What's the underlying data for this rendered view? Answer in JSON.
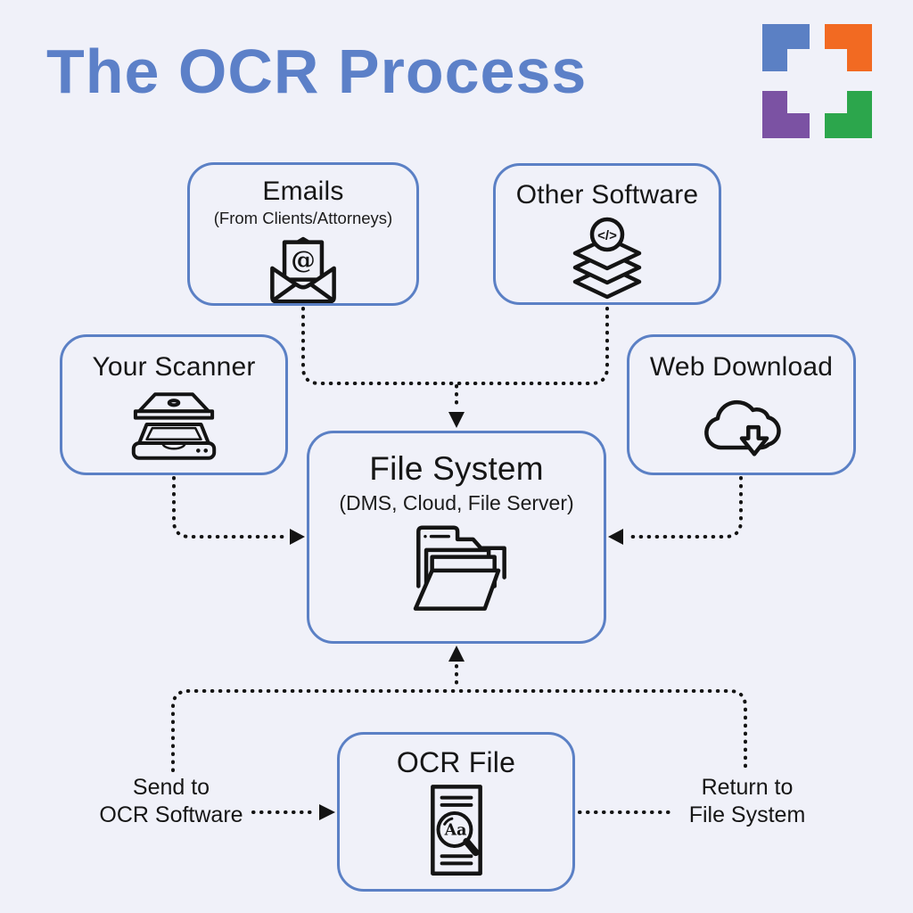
{
  "page": {
    "title": "The OCR Process",
    "background_color": "#f0f1f9",
    "accent_color": "#5b80c5",
    "title_color": "#5c80c8",
    "connector_color": "#141414"
  },
  "logo": {
    "name": "corner-brackets-logo",
    "colors": {
      "top_left": "#5b80c4",
      "top_right": "#f26a22",
      "bottom_left": "#7b52a3",
      "bottom_right": "#2ca64c"
    }
  },
  "boxes": {
    "emails": {
      "title": "Emails",
      "subtitle": "(From Clients/Attorneys)",
      "icon": "email-envelope-icon",
      "icon_glyph": "@"
    },
    "other_software": {
      "title": "Other Software",
      "icon": "code-layers-icon",
      "icon_glyph": "</>"
    },
    "your_scanner": {
      "title": "Your Scanner",
      "icon": "scanner-icon"
    },
    "web_download": {
      "title": "Web Download",
      "icon": "cloud-download-icon"
    },
    "file_system": {
      "title": "File System",
      "subtitle": "(DMS, Cloud, File Server)",
      "icon": "folder-documents-icon"
    },
    "ocr_file": {
      "title": "OCR File",
      "icon": "ocr-document-magnifier-icon",
      "icon_glyph": "Aa"
    }
  },
  "labels": {
    "send_to": {
      "line1": "Send to",
      "line2": "OCR Software"
    },
    "return_to": {
      "line1": "Return to",
      "line2": "File System"
    }
  }
}
